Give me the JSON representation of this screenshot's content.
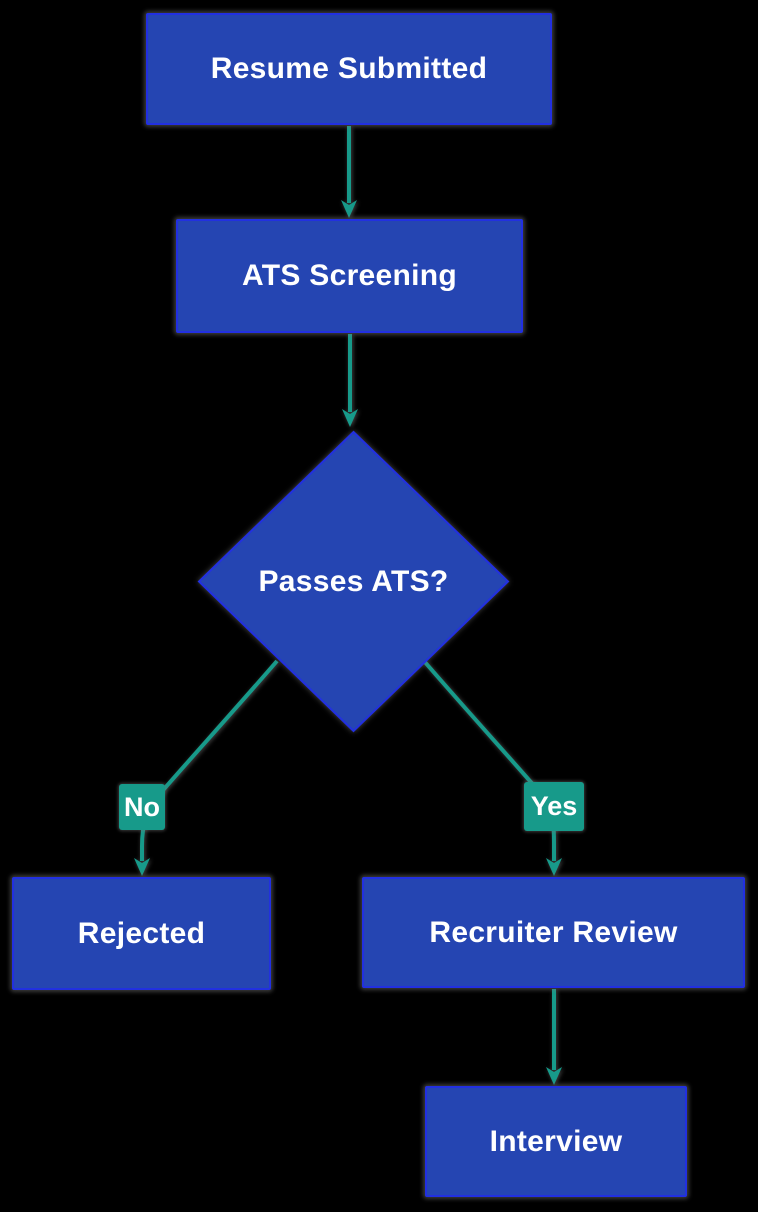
{
  "diagram": {
    "type": "flowchart",
    "direction": "top-down",
    "nodes": [
      {
        "id": "resume_submitted",
        "label": "Resume Submitted",
        "shape": "rect"
      },
      {
        "id": "ats_screening",
        "label": "ATS Screening",
        "shape": "rect"
      },
      {
        "id": "passes_ats",
        "label": "Passes ATS?",
        "shape": "diamond"
      },
      {
        "id": "rejected",
        "label": "Rejected",
        "shape": "rect"
      },
      {
        "id": "recruiter_review",
        "label": "Recruiter Review",
        "shape": "rect"
      },
      {
        "id": "interview",
        "label": "Interview",
        "shape": "rect"
      }
    ],
    "edges": [
      {
        "from": "resume_submitted",
        "to": "ats_screening",
        "label": ""
      },
      {
        "from": "ats_screening",
        "to": "passes_ats",
        "label": ""
      },
      {
        "from": "passes_ats",
        "to": "rejected",
        "label": "No"
      },
      {
        "from": "passes_ats",
        "to": "recruiter_review",
        "label": "Yes"
      },
      {
        "from": "recruiter_review",
        "to": "interview",
        "label": ""
      }
    ],
    "colors": {
      "background": "#000000",
      "node_fill": "#2545b2",
      "node_border": "#2230e0",
      "edge": "#179a8a",
      "edge_label_fill": "#179a8a",
      "arrowhead": "#179a8a",
      "text": "#ffffff"
    }
  }
}
